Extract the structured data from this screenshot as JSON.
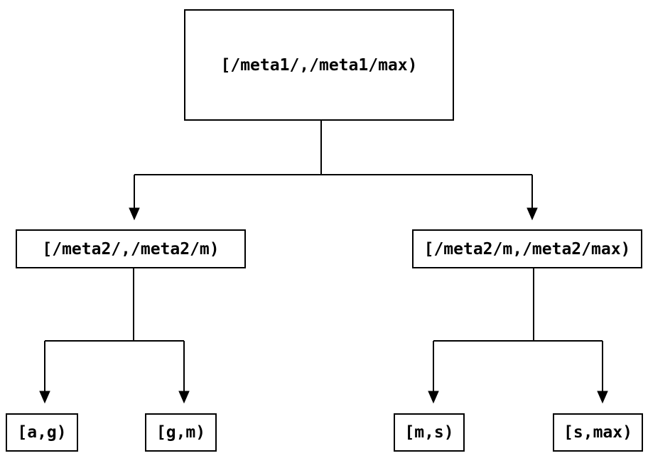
{
  "diagram": {
    "type": "binary-range-tree",
    "colors": {
      "background": "#ffffff",
      "ink": "#000000"
    },
    "tree": {
      "root": {
        "label": "[/meta1/,/meta1/max)",
        "children": [
          {
            "label": "[/meta2/,/meta2/m)",
            "children": [
              {
                "label": "[a,g)"
              },
              {
                "label": "[g,m)"
              }
            ]
          },
          {
            "label": "[/meta2/m,/meta2/max)",
            "children": [
              {
                "label": "[m,s)"
              },
              {
                "label": "[s,max)"
              }
            ]
          }
        ]
      }
    }
  }
}
